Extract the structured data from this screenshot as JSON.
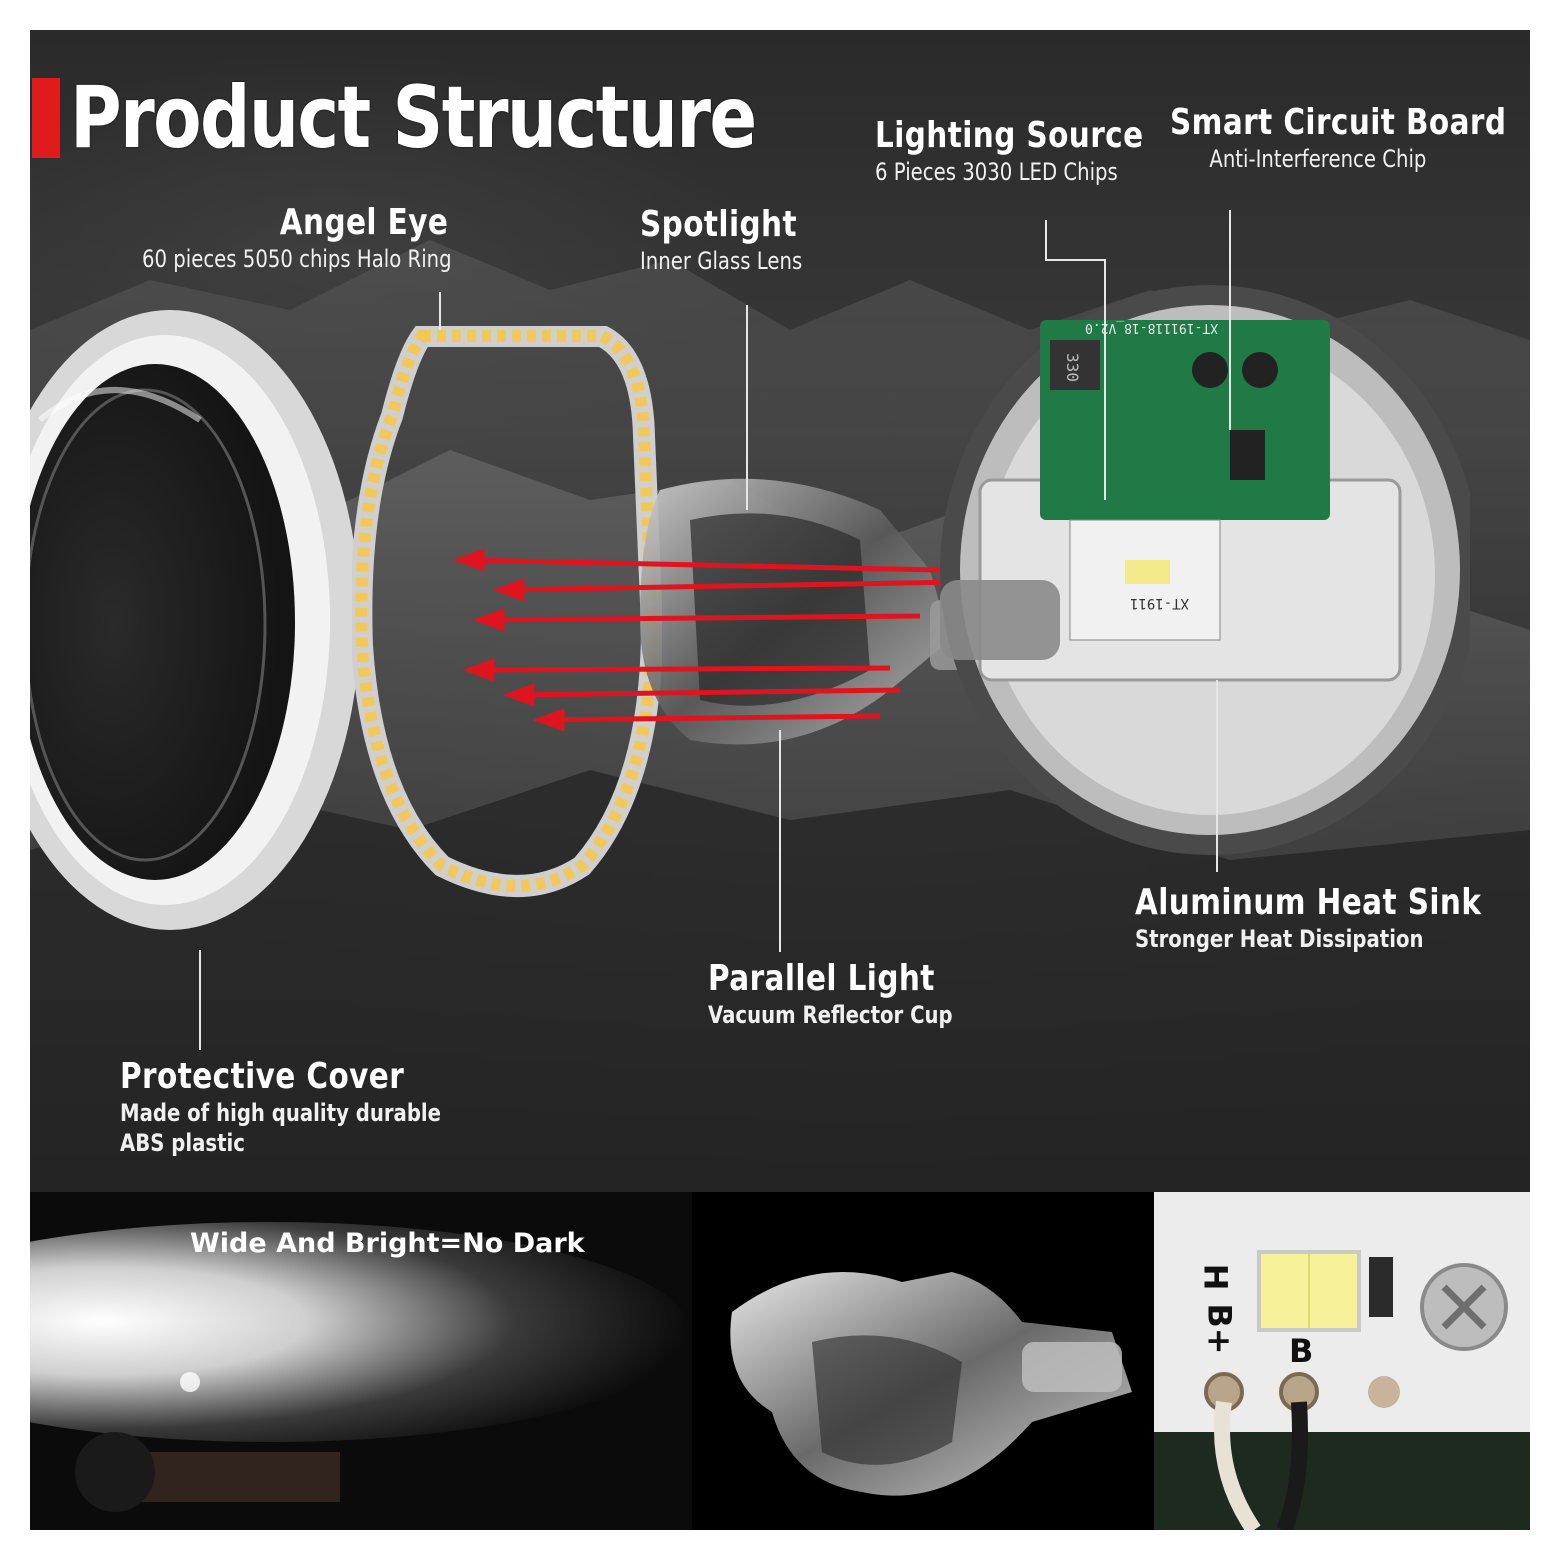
{
  "title": "Product Structure",
  "colors": {
    "accent": "#e01b1b",
    "text": "#ffffff",
    "arrow": "#e0141e",
    "led": "#f2c85a"
  },
  "labels": {
    "lighting_source": {
      "heading": "Lighting Source",
      "sub": "6 Pieces 3030 LED Chips"
    },
    "smart_circuit_board": {
      "heading": "Smart Circuit Board",
      "sub": "Anti-Interference Chip"
    },
    "angel_eye": {
      "heading": "Angel Eye",
      "sub": "60 pieces 5050 chips Halo Ring"
    },
    "spotlight": {
      "heading": "Spotlight",
      "sub": "Inner Glass Lens"
    },
    "aluminum_heat_sink": {
      "heading": "Aluminum Heat Sink",
      "sub": "Stronger Heat Dissipation"
    },
    "parallel_light": {
      "heading": "Parallel Light",
      "sub": "Vacuum Reflector Cup"
    },
    "protective_cover": {
      "heading": "Protective Cover",
      "sub_line1": "Made of high quality durable",
      "sub_line2": "ABS plastic"
    }
  },
  "board": {
    "pcb_marking": "XT-191118-18_V2.0",
    "inductor_marking": "330",
    "led_board_marking": "XT-1911",
    "terminal_labels": [
      "H",
      "B+",
      "B"
    ]
  },
  "bottom_panels": {
    "beam_caption": "Wide And Bright=No Dark",
    "chip_closeup_labels": [
      "H",
      "B+",
      "B"
    ]
  }
}
